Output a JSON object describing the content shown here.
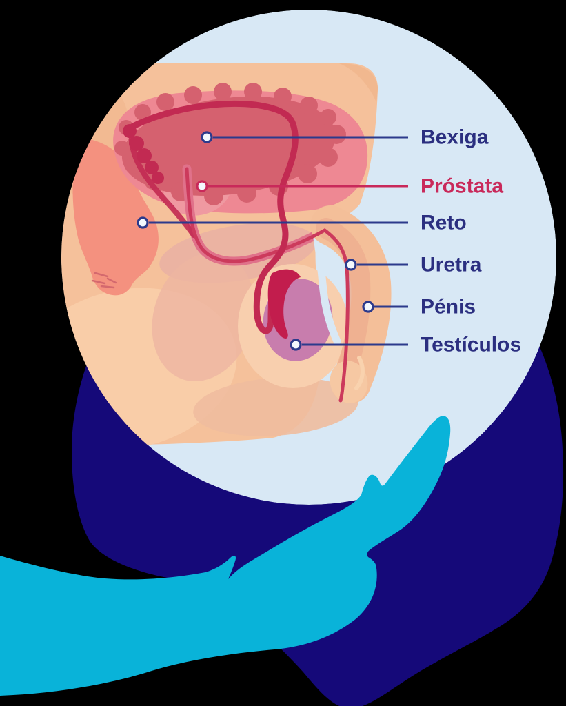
{
  "diagram": {
    "subject": "male-reproductive-system",
    "language": "pt",
    "labels": [
      {
        "id": "bexiga",
        "text": "Bexiga",
        "color": "#2b2f80",
        "line_color": "#2c3a8c"
      },
      {
        "id": "prostata",
        "text": "Próstata",
        "color": "#c9295a",
        "line_color": "#c9295a"
      },
      {
        "id": "reto",
        "text": "Reto",
        "color": "#2b2f80",
        "line_color": "#2c3a8c"
      },
      {
        "id": "uretra",
        "text": "Uretra",
        "color": "#2b2f80",
        "line_color": "#2c3a8c"
      },
      {
        "id": "penis",
        "text": "Pénis",
        "color": "#2b2f80",
        "line_color": "#2c3a8c"
      },
      {
        "id": "testiculos",
        "text": "Testículos",
        "color": "#2b2f80",
        "line_color": "#2c3a8c"
      }
    ]
  },
  "colors": {
    "background": "#000000",
    "backdrop_circle": "#150979",
    "illustration_circle": "#d8e8f5",
    "hand": "#09b3d9",
    "skin": "#f5c19b",
    "skin_dark": "#f0b58c",
    "skin_light": "#f9cda8",
    "rectum": "#f4917f",
    "rectum_crease": "#d4696e",
    "bladder_halo": "#ee8893",
    "bladder": "#d5616f",
    "prostate": "#ef99a1",
    "pelvic_tissue": "#e9b0a3",
    "pelvic_tissue_2": "#edb5a1",
    "muted_band": "#efbc9f",
    "vas_deferens": "#c22a52",
    "urethra_tube": "#e0718a",
    "urethra_core": "#cc3a5c",
    "testicle": "#c87dad",
    "epididymis": "#c21d4d",
    "scrotum": "#f8cfae",
    "penis_outer": "#f4bf99",
    "penis_inner": "#eeae8e",
    "glans": "#f6c8a3",
    "foreskin_fold": "#f9d2ae",
    "pointer_dot_fill": "#f3f8fd"
  }
}
